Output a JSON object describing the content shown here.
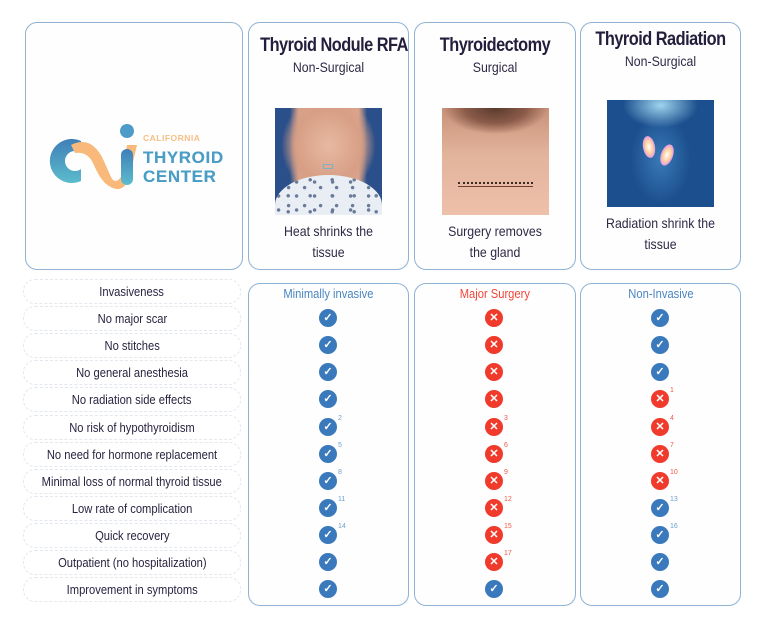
{
  "logo": {
    "line1": "CALIFORNIA",
    "line2": "THYROID",
    "line3": "CENTER",
    "colors": {
      "orange": "#f6bf85",
      "teal": "#57b6c8",
      "blue": "#3f7fb8"
    }
  },
  "columns": [
    {
      "title": "Thyroid Nodule RFA",
      "subtitle": "Non-Surgical",
      "image": "neck-after-rfa-photo",
      "description_line1": "Heat shrinks the",
      "description_line2": "tissue",
      "invasiveness": "Minimally invasive",
      "invasiveness_color": "#4a86c0"
    },
    {
      "title": "Thyroidectomy",
      "subtitle": "Surgical",
      "image": "neck-stitched-scar-photo",
      "description_line1": "Surgery removes",
      "description_line2": "the gland",
      "invasiveness": "Major Surgery",
      "invasiveness_color": "#f0463a"
    },
    {
      "title": "Thyroid Radiation",
      "subtitle": "Non-Surgical",
      "image": "thyroid-scan-image",
      "description_line1": "Radiation shrink the",
      "description_line2": "tissue",
      "invasiveness": "Non-Invasive",
      "invasiveness_color": "#4a86c0"
    }
  ],
  "rows": [
    {
      "label": "Invasiveness"
    },
    {
      "label": "No major scar",
      "marks": [
        {
          "type": "check"
        },
        {
          "type": "x"
        },
        {
          "type": "check"
        }
      ]
    },
    {
      "label": "No stitches",
      "marks": [
        {
          "type": "check"
        },
        {
          "type": "x"
        },
        {
          "type": "check"
        }
      ]
    },
    {
      "label": "No general anesthesia",
      "marks": [
        {
          "type": "check"
        },
        {
          "type": "x"
        },
        {
          "type": "check"
        }
      ]
    },
    {
      "label": "No radiation side effects",
      "marks": [
        {
          "type": "check"
        },
        {
          "type": "x"
        },
        {
          "type": "x",
          "sup": "1"
        }
      ]
    },
    {
      "label": "No risk of hypothyroidism",
      "marks": [
        {
          "type": "check",
          "sup": "2"
        },
        {
          "type": "x",
          "sup": "3"
        },
        {
          "type": "x",
          "sup": "4"
        }
      ]
    },
    {
      "label": "No need for hormone replacement",
      "marks": [
        {
          "type": "check",
          "sup": "5"
        },
        {
          "type": "x",
          "sup": "6"
        },
        {
          "type": "x",
          "sup": "7"
        }
      ]
    },
    {
      "label": "Minimal loss of normal thyroid tissue",
      "marks": [
        {
          "type": "check",
          "sup": "8"
        },
        {
          "type": "x",
          "sup": "9"
        },
        {
          "type": "x",
          "sup": "10"
        }
      ]
    },
    {
      "label": "Low rate of complication",
      "marks": [
        {
          "type": "check",
          "sup": "11"
        },
        {
          "type": "x",
          "sup": "12"
        },
        {
          "type": "check",
          "sup": "13"
        }
      ]
    },
    {
      "label": "Quick recovery",
      "marks": [
        {
          "type": "check",
          "sup": "14"
        },
        {
          "type": "x",
          "sup": "15"
        },
        {
          "type": "check",
          "sup": "16"
        }
      ]
    },
    {
      "label": "Outpatient (no hospitalization)",
      "marks": [
        {
          "type": "check"
        },
        {
          "type": "x",
          "sup": "17"
        },
        {
          "type": "check"
        }
      ]
    },
    {
      "label": "Improvement in symptoms",
      "marks": [
        {
          "type": "check"
        },
        {
          "type": "check"
        },
        {
          "type": "check"
        }
      ]
    }
  ],
  "icons": {
    "check": "✓",
    "x": "✕"
  }
}
